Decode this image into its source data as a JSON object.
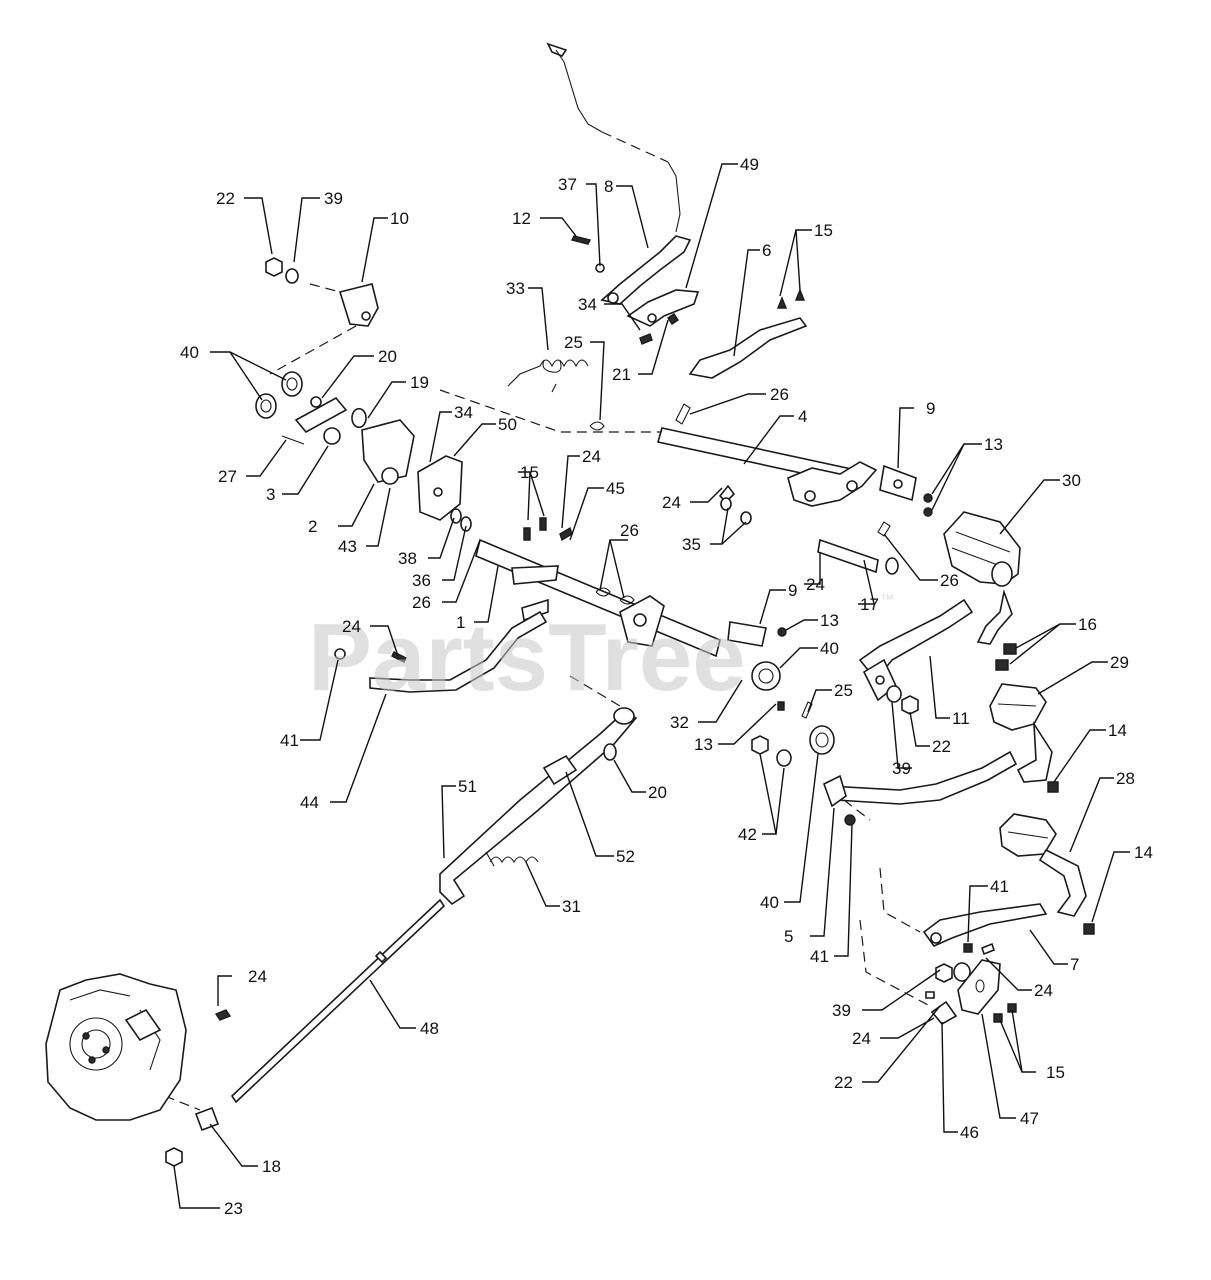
{
  "watermark": {
    "text": "PartsTree",
    "trademark": "™"
  },
  "callouts": {
    "c22a": "22",
    "c39a": "39",
    "c10": "10",
    "c37": "37",
    "c8": "8",
    "c49": "49",
    "c12": "12",
    "c33": "33",
    "c6": "6",
    "c15a": "15",
    "c34a": "34",
    "c25a": "25",
    "c21": "21",
    "c40a": "40",
    "c20a": "20",
    "c19": "19",
    "c26a": "26",
    "c4": "4",
    "c9a": "9",
    "c34b": "34",
    "c50": "50",
    "c13a": "13",
    "c27": "27",
    "c30": "30",
    "c3": "3",
    "c15b": "15",
    "c24a": "24",
    "c45": "45",
    "c24b": "24",
    "c2": "2",
    "c35": "35",
    "c43": "43",
    "c38": "38",
    "c26b": "26",
    "c36": "36",
    "c26c": "26",
    "c24c": "24",
    "c17": "17",
    "c26d": "26",
    "c1": "1",
    "c9b": "9",
    "c16": "16",
    "c13b": "13",
    "c24d": "24",
    "c40b": "40",
    "c29": "29",
    "c25b": "25",
    "c32": "32",
    "c11": "11",
    "c22b": "22",
    "c41a": "41",
    "c13c": "13",
    "c14a": "14",
    "c39b": "39",
    "c44": "44",
    "c51": "51",
    "c20b": "20",
    "c28": "28",
    "c42": "42",
    "c52": "52",
    "c14b": "14",
    "c31": "31",
    "c40c": "40",
    "c41b": "41",
    "c5": "5",
    "c7": "7",
    "c41c": "41",
    "c24e": "24",
    "c48": "48",
    "c39c": "39",
    "c24f": "24",
    "c24g": "24",
    "c15c": "15",
    "c22c": "22",
    "c47": "47",
    "c46": "46",
    "c18": "18",
    "c23": "23"
  }
}
